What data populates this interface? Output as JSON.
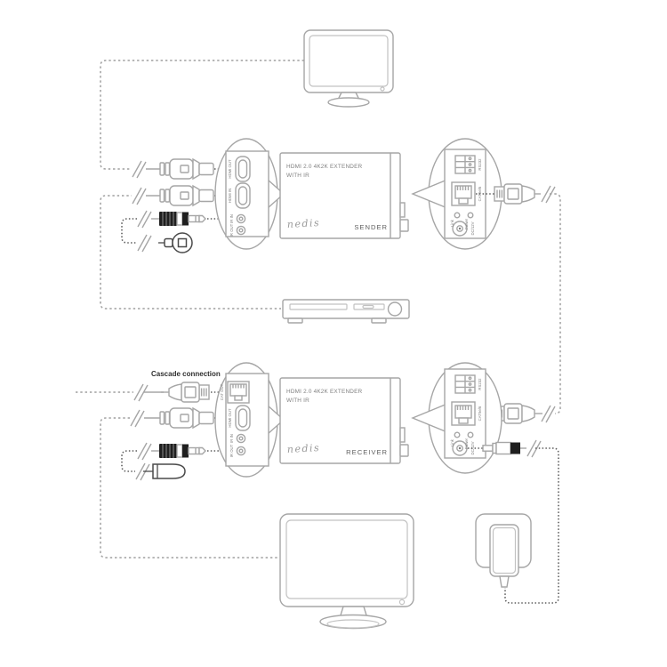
{
  "palette": {
    "background": "#ffffff",
    "line_gray": "#a6a6a6",
    "line_dark": "#4a4a4a",
    "plug_dark": "#1f1f1f",
    "text_gray": "#808080",
    "text_dark": "#2f2f2f"
  },
  "common": {
    "title_line1": "HDMI 2.0 4K2K EXTENDER",
    "title_line2": "WITH IR",
    "brand": "nedis"
  },
  "sender": {
    "role_label": "SENDER",
    "front_ports": {
      "hdmi_top": "HDMI OUT",
      "hdmi_bottom": "HDMI IN",
      "ir_top": "IR IN",
      "ir_bottom": "IR OUT"
    },
    "back_ports": {
      "serial": "RS232",
      "ethernet": "CAT5e/6",
      "led_link": "Link",
      "led_power": "Power",
      "power": "DC/12V"
    }
  },
  "receiver": {
    "role_label": "RECEIVER",
    "cascade_label": "Cascade connection",
    "front_ports": {
      "ethernet": "CAT OUT",
      "hdmi": "HDMI OUT",
      "ir_top": "IR IN",
      "ir_bottom": "IR OUT"
    },
    "back_ports": {
      "serial": "RS232",
      "ethernet": "CAT5e/6",
      "led_link": "Link",
      "led_power": "Power",
      "power": "DC/12V"
    }
  }
}
